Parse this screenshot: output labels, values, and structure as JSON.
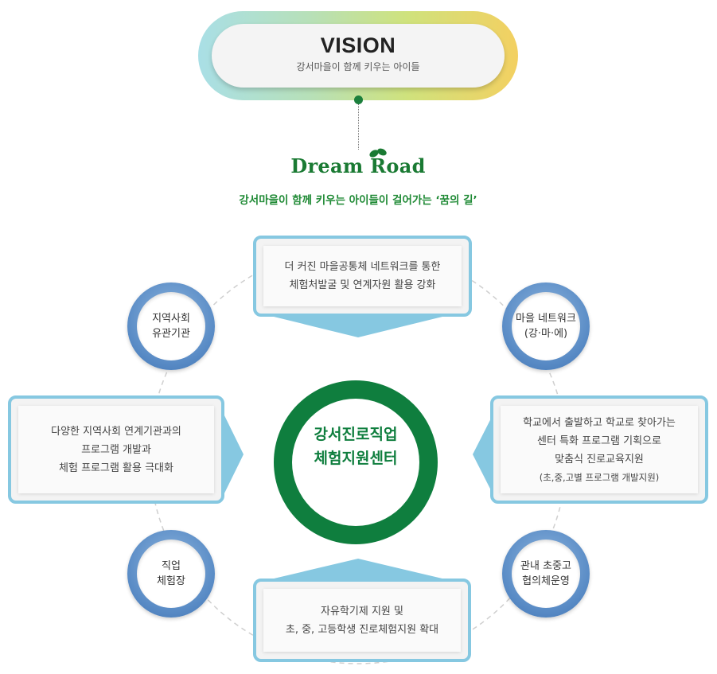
{
  "vision": {
    "title": "VISION",
    "subtitle": "강서마을이 함께 키우는 아이들"
  },
  "brand": {
    "name": "Dream Road",
    "tagline": "강서마을이 함께 키우는 아이들이 걸어가는 ‘꿈의 길’"
  },
  "center": {
    "line1": "강서진로직업",
    "line2": "체험지원센터"
  },
  "nodes": {
    "community": {
      "line1": "지역사회",
      "line2": "유관기관"
    },
    "network": {
      "line1": "마을 네트워크",
      "line2": "(강·마·에)"
    },
    "job": {
      "line1": "직업",
      "line2": "체험장"
    },
    "council": {
      "line1": "관내 초중고",
      "line2": "협의체운영"
    }
  },
  "boxes": {
    "top": {
      "line1": "더 커진 마을공통체 네트워크를 통한",
      "line2": "체험처발굴 및 연계자원 활용 강화"
    },
    "left": {
      "line1": "다양한 지역사회 연계기관과의",
      "line2": "프로그램 개발과",
      "line3": "체험 프로그램 활용 극대화"
    },
    "right": {
      "line1": "학교에서 출발하고 학교로 찾아가는",
      "line2": "센터 특화 프로그램 기획으로",
      "line3": "맞춤식 진로교육지원",
      "note": "(초,중,고별 프로그램 개발지원)"
    },
    "bottom": {
      "line1": "자유학기제 지원 및",
      "line2": "초, 중, 고등학생 진로체험지원 확대"
    }
  },
  "colors": {
    "green": "#0f7e3e",
    "blue": "#5a8cc6",
    "box_border": "#86c8e1",
    "arrow": "#86c8e1"
  }
}
